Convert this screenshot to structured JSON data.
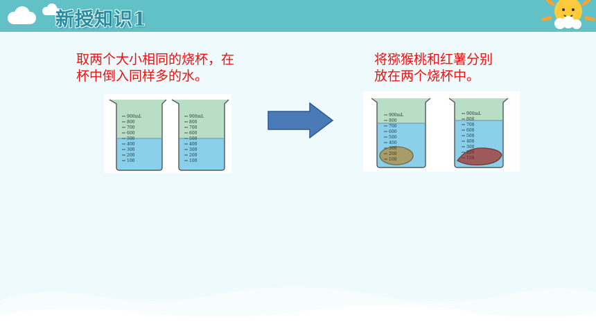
{
  "header": {
    "title": "新授知识1"
  },
  "step1": {
    "line1": "取两个大小相同的烧杯，在",
    "line2": "杯中倒入同样多的水。"
  },
  "step2": {
    "line1": "将猕猴桃和红薯分别",
    "line2": "放在两个烧杯中。"
  },
  "beaker": {
    "scale_top": "900mL",
    "scale": [
      "800",
      "700",
      "600",
      "500",
      "400",
      "300",
      "200",
      "100"
    ]
  },
  "icons": {
    "arrow": "right-arrow-icon",
    "decorations": [
      "cloud-icon",
      "sun-icon"
    ]
  },
  "colors": {
    "header": "#62c1c6",
    "title": "#2b8a9e",
    "caption": "#ee1111",
    "water": "#8ad0ea",
    "air": "#b9dec6",
    "arrow": "#4a7ab8",
    "kiwi": "#a89d6a",
    "sweet_potato": "#9e5a5a"
  }
}
